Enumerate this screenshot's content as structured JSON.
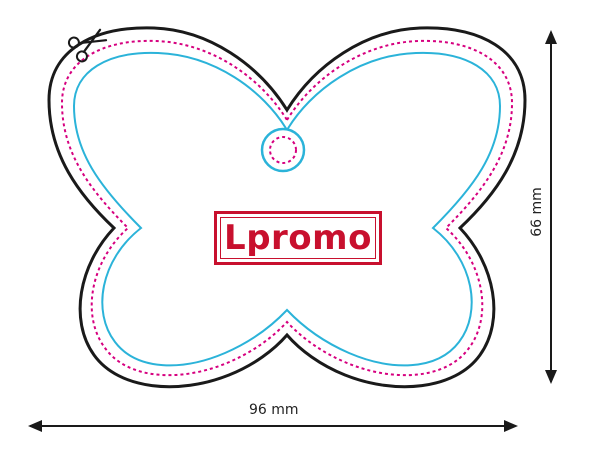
{
  "diagram": {
    "logo_text": "Lpromo",
    "width_label": "96 mm",
    "height_label": "66 mm"
  },
  "colors": {
    "cut_line": "#1a1a1a",
    "perforation": "#d6007f",
    "safe_zone": "#2bb3d9",
    "brand": "#c8102e",
    "dimension": "#1a1a1a"
  },
  "icons": {
    "cut_marker": "scissors-icon"
  }
}
